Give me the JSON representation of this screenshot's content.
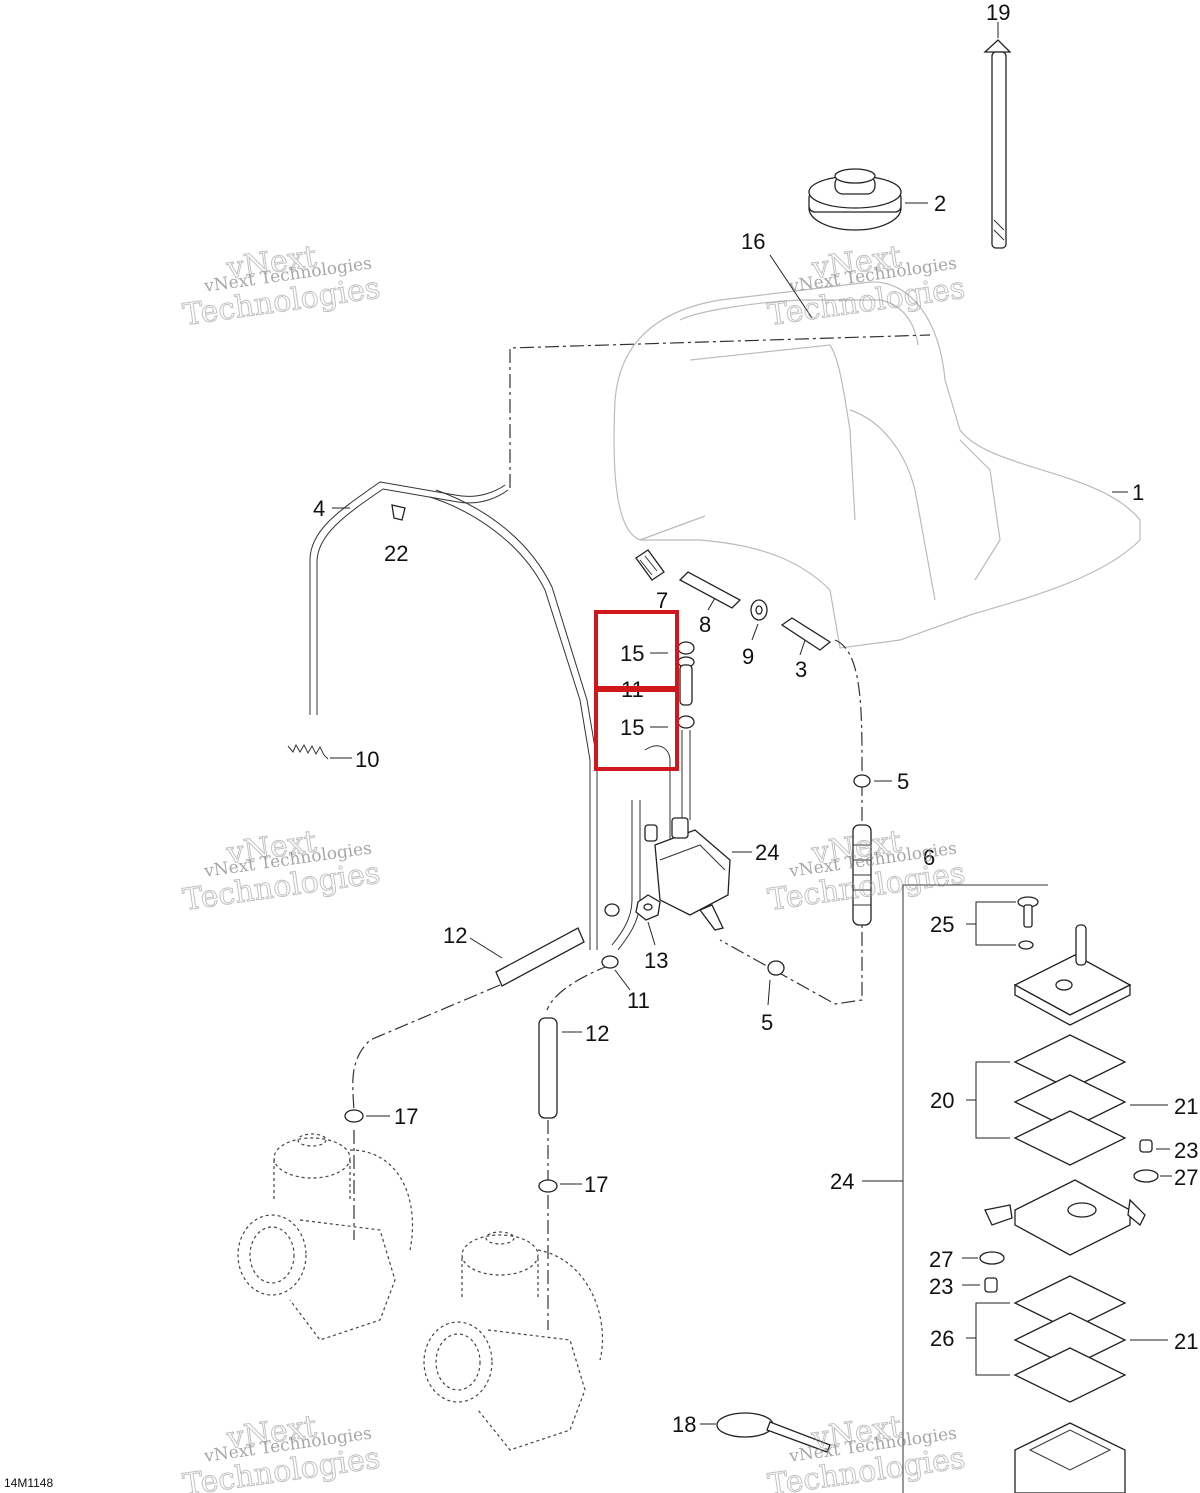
{
  "drawing_ref": "14M1148",
  "watermark": {
    "line_small": "vNext Technologies",
    "line_big_1": "vNext",
    "line_big_2": "Technologies"
  },
  "callouts": {
    "c1": "1",
    "c2": "2",
    "c3": "3",
    "c4": "4",
    "c5a": "5",
    "c5b": "5",
    "c6": "6",
    "c7": "7",
    "c8": "8",
    "c9": "9",
    "c10": "10",
    "c11a": "11",
    "c11b": "11",
    "c12a": "12",
    "c12b": "12",
    "c13": "13",
    "c15a": "15",
    "c15b": "15",
    "c16": "16",
    "c17a": "17",
    "c17b": "17",
    "c18": "18",
    "c19": "19",
    "c20": "20",
    "c21a": "21",
    "c21b": "21",
    "c22": "22",
    "c23a": "23",
    "c23b": "23",
    "c24a": "24",
    "c24b": "24",
    "c25": "25",
    "c26": "26",
    "c27a": "27",
    "c27b": "27"
  },
  "highlight_color": "#d0181c"
}
